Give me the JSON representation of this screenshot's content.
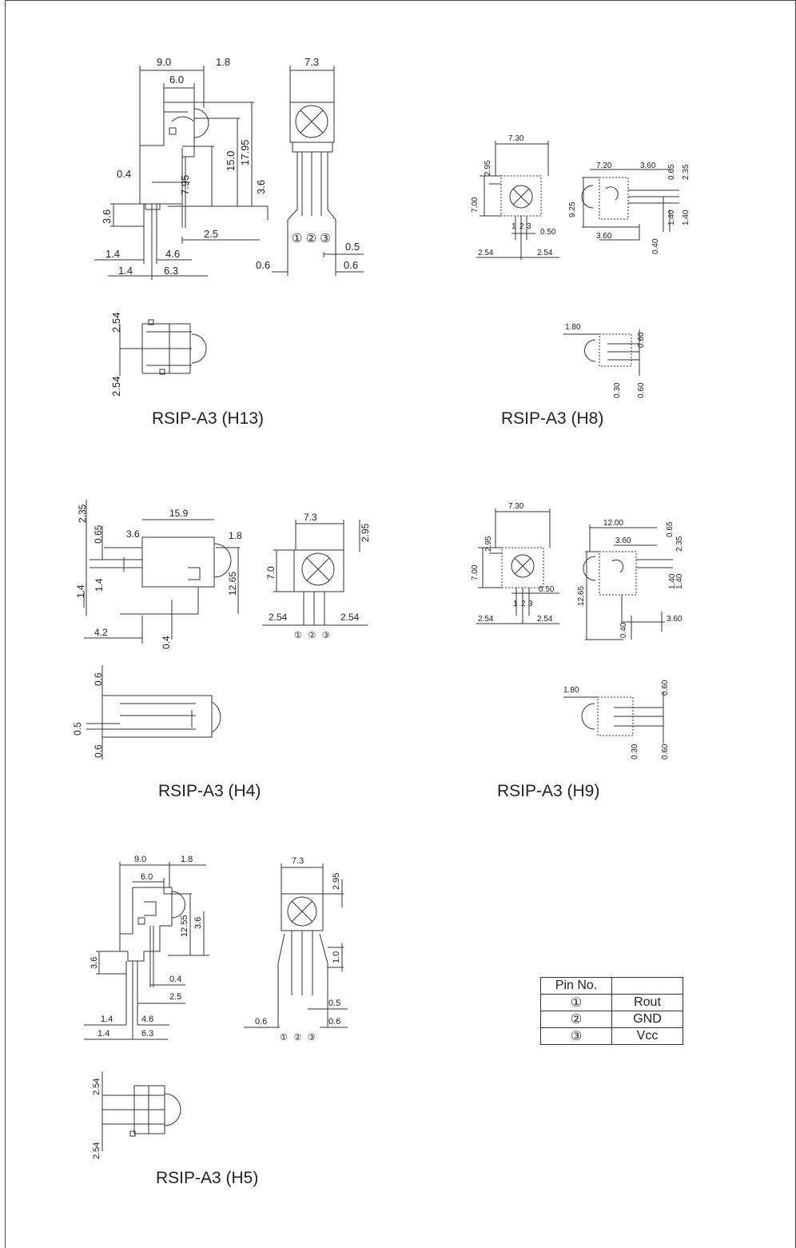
{
  "captions": {
    "h13": "RSIP-A3 (H13)",
    "h8": "RSIP-A3 (H8)",
    "h4": "RSIP-A3 (H4)",
    "h9": "RSIP-A3 (H9)",
    "h5": "RSIP-A3 (H5)"
  },
  "pin_markers": {
    "h4": "① ② ③",
    "h5": "① ② ③"
  },
  "pin_table": {
    "header": [
      "Pin No.",
      ""
    ],
    "rows": [
      [
        "①",
        "Rout"
      ],
      [
        "②",
        "GND"
      ],
      [
        "③",
        "Vcc"
      ]
    ]
  },
  "dims": {
    "h13": [
      "9.0",
      "1.8",
      "6.0",
      "7.3",
      "0.4",
      "7.95",
      "15.0",
      "17.95",
      "3.6",
      "3.6",
      "2.5",
      "0.5",
      "1.4",
      "4.6",
      "0.6",
      "0.6",
      "1.4",
      "6.3",
      "2.54",
      "2.54"
    ],
    "h13_pins": [
      "①",
      "②",
      "③"
    ],
    "h8": [
      "7.30",
      "2.95",
      "7.00",
      "7.20",
      "3.60",
      "0.65",
      "2.35",
      "9.25",
      "1.40",
      "1.40",
      "0.50",
      "3.60",
      "0.40",
      "2.54",
      "2.54",
      "1.80",
      "0.60",
      "0.30",
      "0.60",
      "1",
      "2",
      "3"
    ],
    "h4": [
      "15.9",
      "2.35",
      "0.65",
      "3.6",
      "1.8",
      "7.3",
      "2.95",
      "7.0",
      "12.65",
      "1.4",
      "1.4",
      "4.2",
      "0.4",
      "2.54",
      "2.54",
      "0.6",
      "0.5",
      "0.6"
    ],
    "h9": [
      "7.30",
      "2.95",
      "7.00",
      "12.00",
      "0.65",
      "3.60",
      "2.35",
      "12.65",
      "0.50",
      "1.40",
      "1.40",
      "3.60",
      "0.40",
      "2.54",
      "2.54",
      "1.80",
      "0.60",
      "0.30",
      "0.60",
      "1",
      "2",
      "3"
    ],
    "h5": [
      "9.0",
      "1.8",
      "6.0",
      "7.3",
      "2.95",
      "12.55",
      "3.6",
      "3.6",
      "0.4",
      "1.0",
      "2.5",
      "0.5",
      "1.4",
      "4.6",
      "0.6",
      "0.6",
      "1.4",
      "6.3",
      "2.54",
      "2.54"
    ]
  },
  "colors": {
    "line": "#333333",
    "background": "#ffffff"
  }
}
